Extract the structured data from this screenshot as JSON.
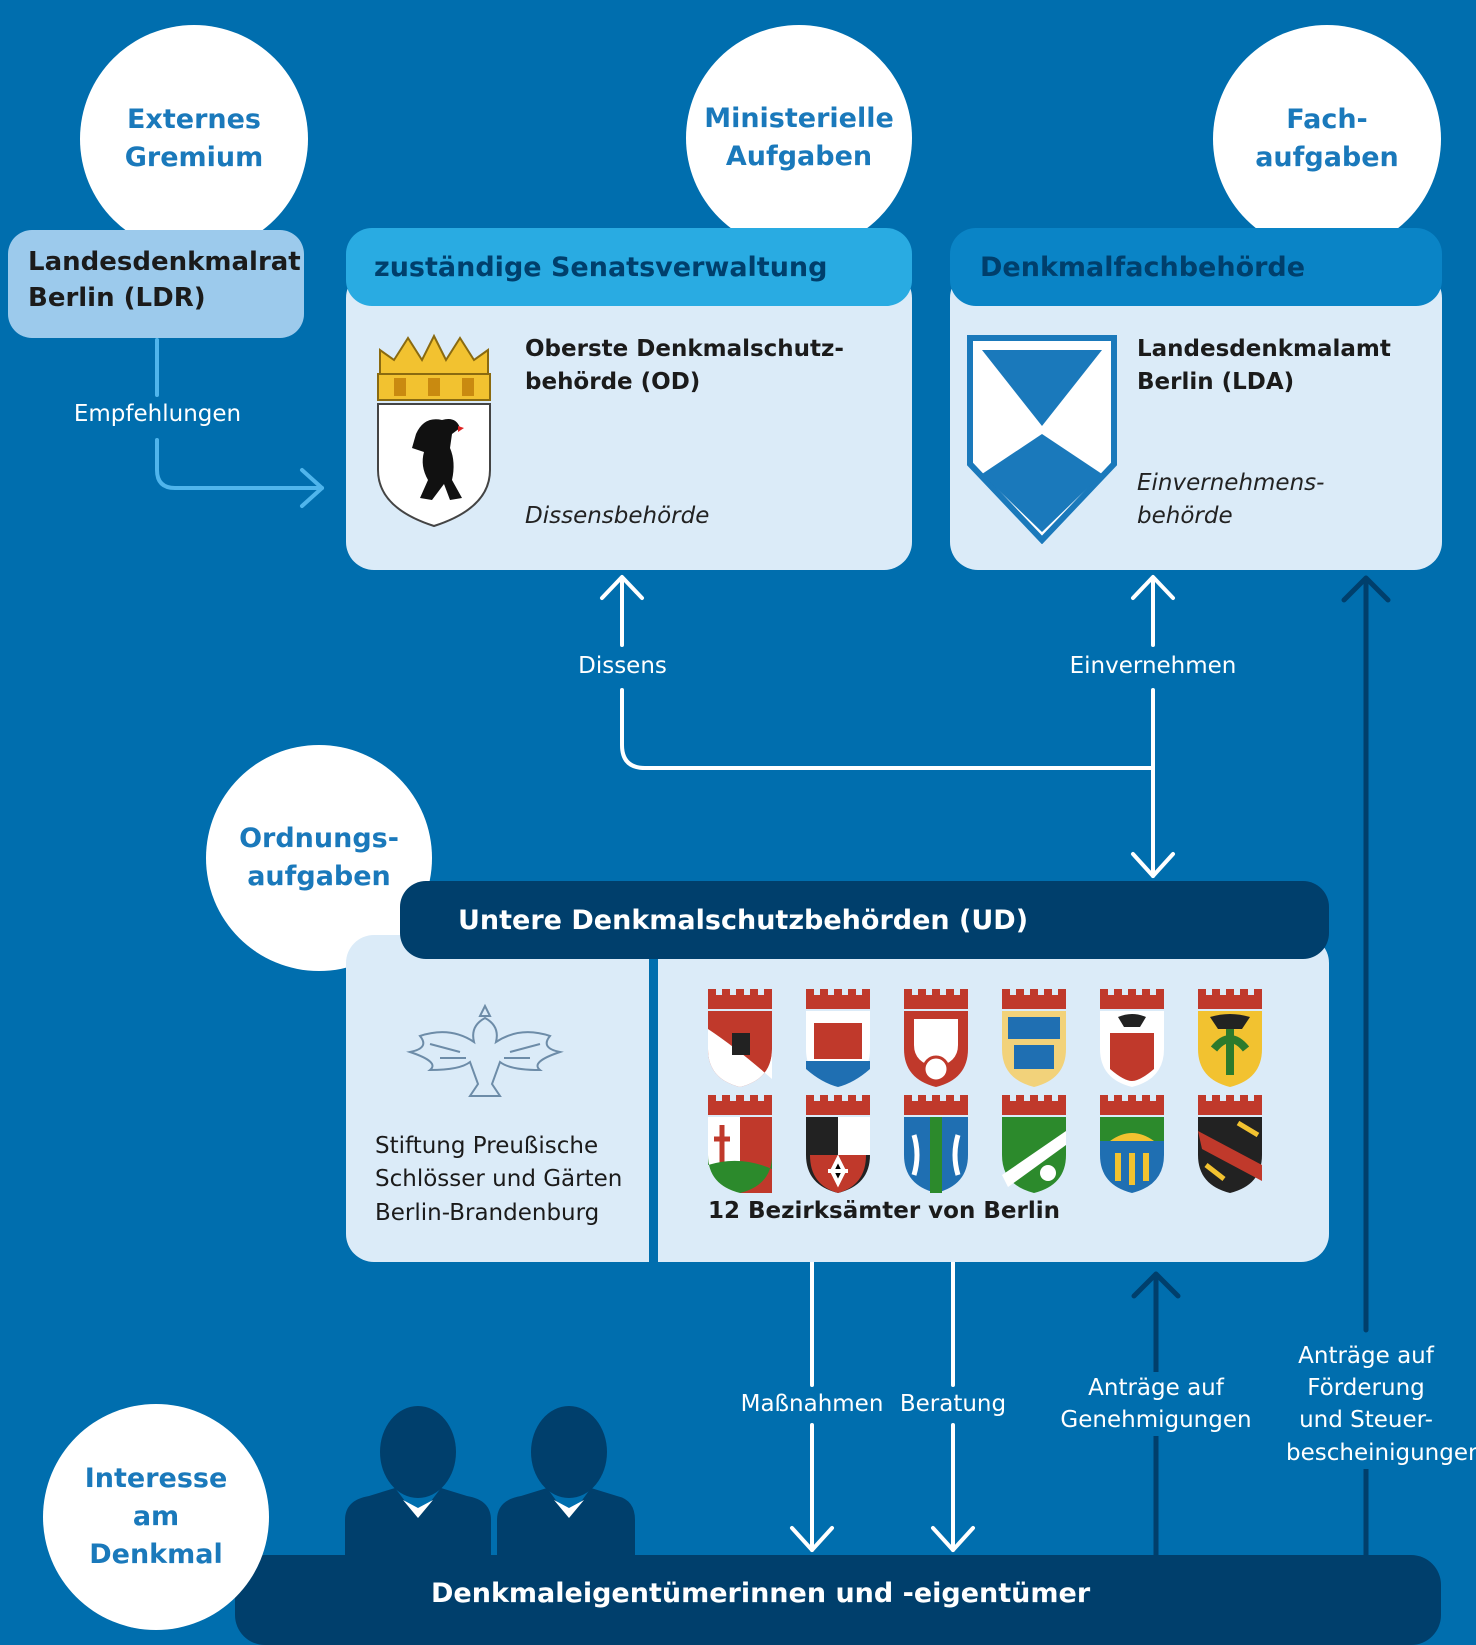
{
  "circles": {
    "external": "Externes\nGremium",
    "ministerial": "Ministerielle\nAufgaben",
    "fach": "Fach-\naufgaben",
    "ordnung": "Ordnungs-\naufgaben",
    "interesse": "Interesse\nam\nDenkmal"
  },
  "ldr": {
    "title": "Landesdenkmalrat\nBerlin (LDR)",
    "arrow_label": "Empfehlungen"
  },
  "senat": {
    "header": "zuständige Senatsverwaltung",
    "authority": "Oberste Denkmalschutz-\nbehörde (OD)",
    "role": "Dissensbehörde",
    "emblem": "berlin-coat-of-arms-icon"
  },
  "fachbehoerde": {
    "header": "Denkmalfachbehörde",
    "authority": "Landesdenkmalamt\nBerlin (LDA)",
    "role": "Einvernehmens-\nbehörde",
    "emblem": "lda-shield-icon"
  },
  "flows": {
    "dissens": "Dissens",
    "einvernehmen": "Einvernehmen",
    "massnahmen": "Maßnahmen",
    "beratung": "Beratung",
    "antraege_genehmigung": "Anträge auf\nGenehmigungen",
    "antraege_foerderung": "Anträge auf\nFörderung\nund Steuer-\nbescheinigungen"
  },
  "ud": {
    "header": "Untere Denkmalschutzbehörden (UD)",
    "stiftung": "Stiftung Preußische\nSchlösser und Gärten\nBerlin-Brandenburg",
    "stiftung_emblem": "prussian-eagle-icon",
    "bezirke_label": "12 Bezirksämter von Berlin",
    "district_crests": [
      "mitte-crest-icon",
      "friedrichshain-kreuzberg-crest-icon",
      "pankow-crest-icon",
      "charlottenburg-wilmersdorf-crest-icon",
      "spandau-crest-icon",
      "steglitz-zehlendorf-crest-icon",
      "tempelhof-schoeneberg-crest-icon",
      "neukoelln-crest-icon",
      "treptow-koepenick-crest-icon",
      "marzahn-hellersdorf-crest-icon",
      "lichtenberg-crest-icon",
      "reinickendorf-crest-icon"
    ]
  },
  "owners": {
    "label": "Denkmaleigentümerinnen und -eigentümer",
    "icon": "people-icon"
  },
  "colors": {
    "background": "#006eae",
    "light_box": "#dbebf8",
    "senat_header": "#29abe2",
    "fach_header": "#0a84c6",
    "dark": "#003f6c",
    "ldr_box": "#9ccaec",
    "circle_text": "#1a79bb"
  }
}
